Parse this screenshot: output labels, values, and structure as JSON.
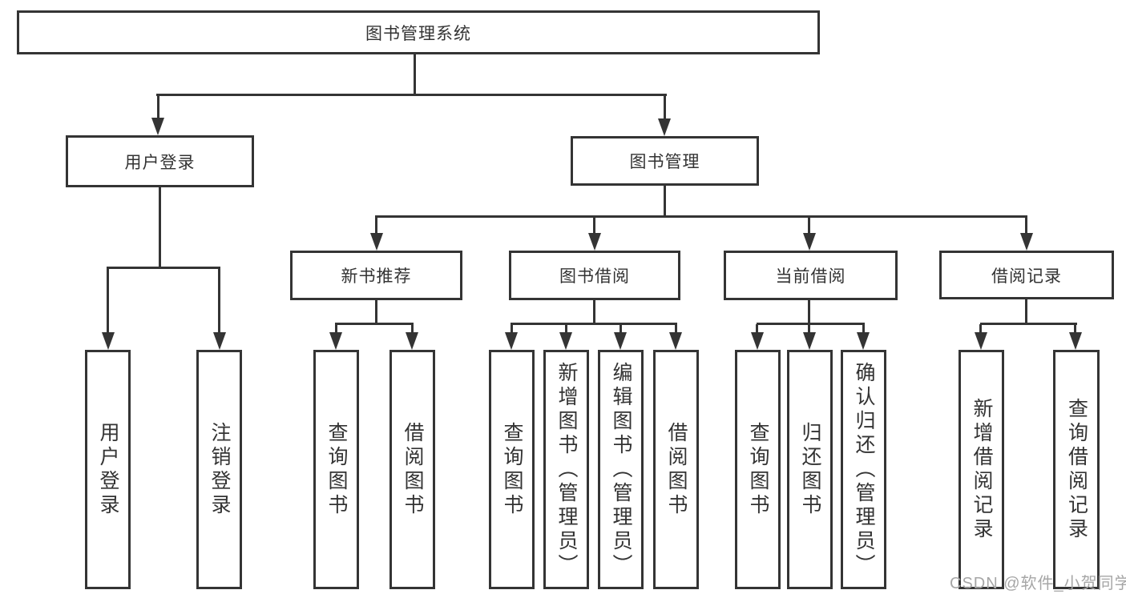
{
  "diagram": {
    "title_node": "图书管理系统",
    "root": {
      "label": "图书管理系统"
    },
    "level2": [
      {
        "label": "用户登录"
      },
      {
        "label": "图书管理"
      }
    ],
    "level3": [
      {
        "label": "新书推荐"
      },
      {
        "label": "图书借阅"
      },
      {
        "label": "当前借阅"
      },
      {
        "label": "借阅记录"
      }
    ],
    "leaves": [
      {
        "parent": "用户登录",
        "label": "用户登录"
      },
      {
        "parent": "用户登录",
        "label": "注销登录"
      },
      {
        "parent": "新书推荐",
        "label": "查询图书"
      },
      {
        "parent": "新书推荐",
        "label": "借阅图书"
      },
      {
        "parent": "图书借阅",
        "label": "查询图书"
      },
      {
        "parent": "图书借阅",
        "label": "新增图书（管理员）"
      },
      {
        "parent": "图书借阅",
        "label": "编辑图书（管理员）"
      },
      {
        "parent": "图书借阅",
        "label": "借阅图书"
      },
      {
        "parent": "当前借阅",
        "label": "查询图书"
      },
      {
        "parent": "当前借阅",
        "label": "归还图书"
      },
      {
        "parent": "当前借阅",
        "label": "确认归还（管理员）"
      },
      {
        "parent": "借阅记录",
        "label": "新增借阅记录"
      },
      {
        "parent": "借阅记录",
        "label": "查询借阅记录"
      }
    ]
  },
  "watermark": "CSDN @软件_小贺同学",
  "colors": {
    "line": "#343434",
    "text": "#333333",
    "watermark": "#a6a6a6",
    "background": "#ffffff"
  }
}
